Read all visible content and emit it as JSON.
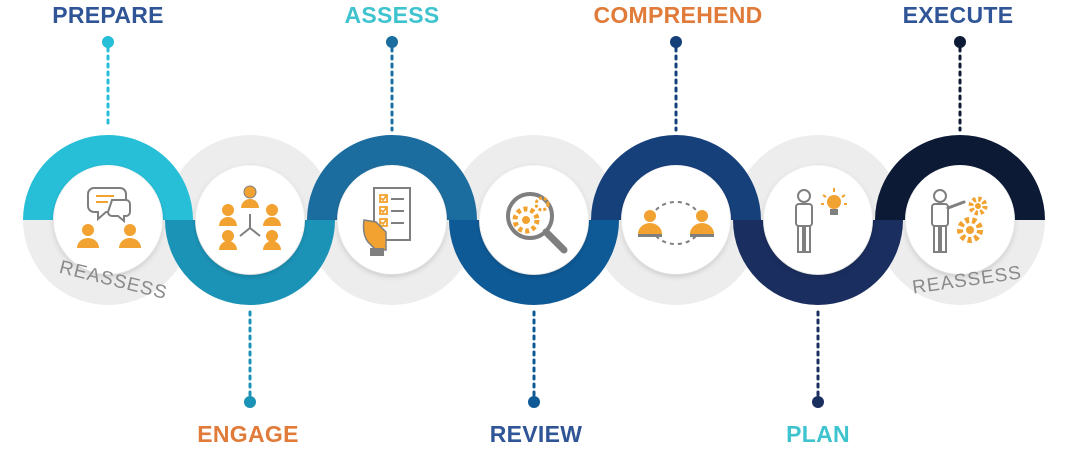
{
  "steps_top": [
    {
      "label": "PREPARE",
      "color": "#2F5597"
    },
    {
      "label": "ASSESS",
      "color": "#3EC3CF"
    },
    {
      "label": "COMPREHEND",
      "color": "#E07B39"
    },
    {
      "label": "EXECUTE",
      "color": "#2F5597"
    }
  ],
  "steps_bottom": [
    {
      "label": "ENGAGE",
      "color": "#E07B39"
    },
    {
      "label": "REVIEW",
      "color": "#2F5597"
    },
    {
      "label": "PLAN",
      "color": "#3EC3CF"
    }
  ],
  "reassess_label": "REASSESS",
  "icons": [
    "discussion-icon",
    "team-hierarchy-icon",
    "checklist-icon",
    "review-magnifier-gear-icon",
    "exchange-people-icon",
    "idea-person-icon",
    "presenter-gears-icon"
  ],
  "colors": {
    "ring_1": "#27BFD8",
    "ring_2": "#1B93B7",
    "ring_3": "#1C6D9F",
    "ring_4": "#0E5A97",
    "ring_5": "#16407A",
    "ring_6": "#1A2E5F",
    "ring_7": "#0C1A36",
    "ring_grey": "#EDEDED",
    "icon_orange": "#F2A230",
    "icon_grey": "#7F7F7F"
  }
}
